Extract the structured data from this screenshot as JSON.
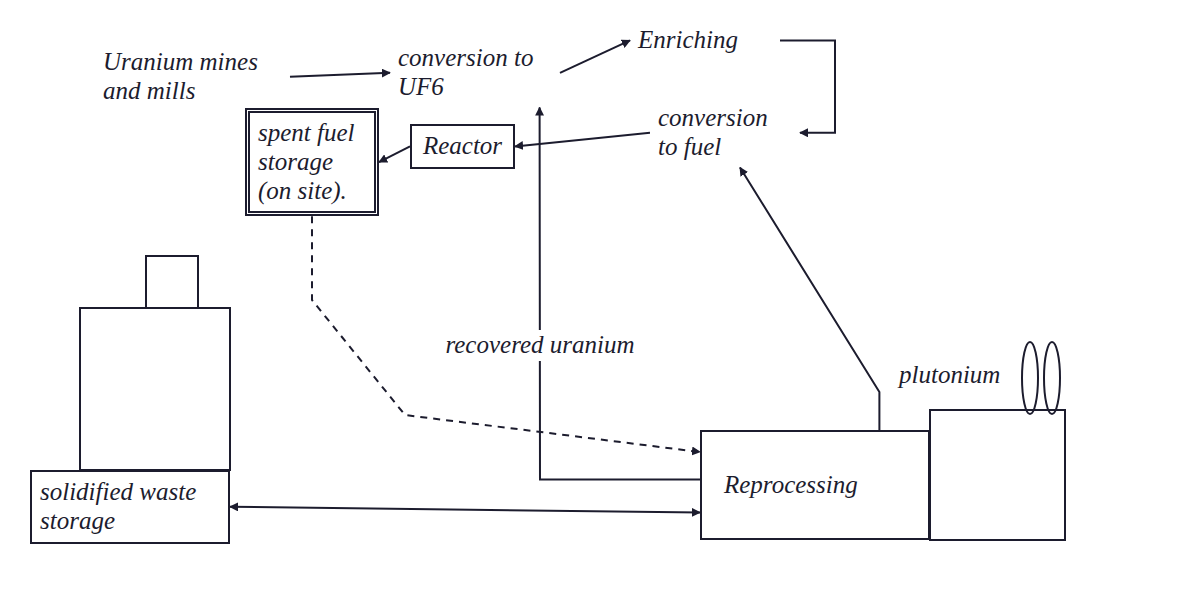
{
  "diagram": {
    "nodes": [
      {
        "text": [
          "Uranium mines and mills"
        ]
      },
      {
        "text": [
          "conversion to UF6"
        ]
      },
      {
        "text": [
          "Enriching"
        ]
      },
      {
        "text": [
          "conversion to fuel"
        ]
      },
      {
        "text": [
          "Reactor"
        ]
      },
      {
        "text": [
          "spent fuel storage (on site)."
        ]
      },
      {
        "text": [
          "Reprocessing"
        ]
      },
      {
        "text": [
          "solidified waste storage"
        ]
      }
    ],
    "edges": [
      {
        "from": 0,
        "to": 1,
        "arrow": "to"
      },
      {
        "from": 1,
        "to": 2,
        "arrow": "to"
      },
      {
        "from": 2,
        "to": 3,
        "arrow": "to"
      },
      {
        "from": 3,
        "to": 4,
        "arrow": "to"
      },
      {
        "from": 4,
        "to": 5,
        "arrow": "to"
      },
      {
        "from": 5,
        "to": 6,
        "arrow": "to"
      },
      {
        "from": 6,
        "to": 1,
        "label": "recovered uranium",
        "arrow": "to"
      },
      {
        "from": 6,
        "to": 3,
        "label": "plutonium",
        "arrow": "to"
      },
      {
        "from": 7,
        "to": 6,
        "arrow": "both"
      }
    ]
  }
}
